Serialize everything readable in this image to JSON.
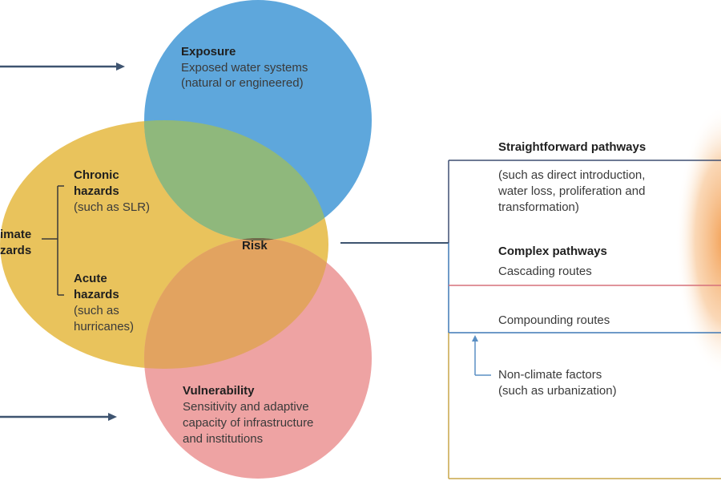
{
  "exposure": {
    "title": "Exposure",
    "line1": "Exposed water systems",
    "line2": "(natural or engineered)"
  },
  "climate_hazards": {
    "line1": "imate",
    "line2": "zards"
  },
  "chronic": {
    "line1": "Chronic",
    "line2": "hazards",
    "note": "(such as SLR)"
  },
  "acute": {
    "line1": "Acute",
    "line2": "hazards",
    "note1": "(such as",
    "note2": "hurricanes)"
  },
  "risk": {
    "label": "Risk"
  },
  "vulnerability": {
    "title": "Vulnerability",
    "line1": "Sensitivity and adaptive",
    "line2": "capacity of infrastructure",
    "line3": "and institutions"
  },
  "pathways": {
    "straightforward_title": "Straightforward pathways",
    "straightforward_line1": "(such as direct introduction,",
    "straightforward_line2": "water loss, proliferation and",
    "straightforward_line3": "transformation)",
    "complex_title": "Complex pathways",
    "cascading": "Cascading routes",
    "compounding": "Compounding routes",
    "nonclimate_line1": "Non-climate factors",
    "nonclimate_line2": "(such as urbanization)"
  },
  "colors": {
    "exposure": "#5ea7dc",
    "hazards": "#e9c35c",
    "vulnerability": "#eea3a3",
    "center": "#6f6a4c",
    "arrow": "#3e5470",
    "line_blue": "#3f78b5",
    "line_red": "#d6707a",
    "line_gold": "#c9a548",
    "glow": "#f2a65a"
  }
}
